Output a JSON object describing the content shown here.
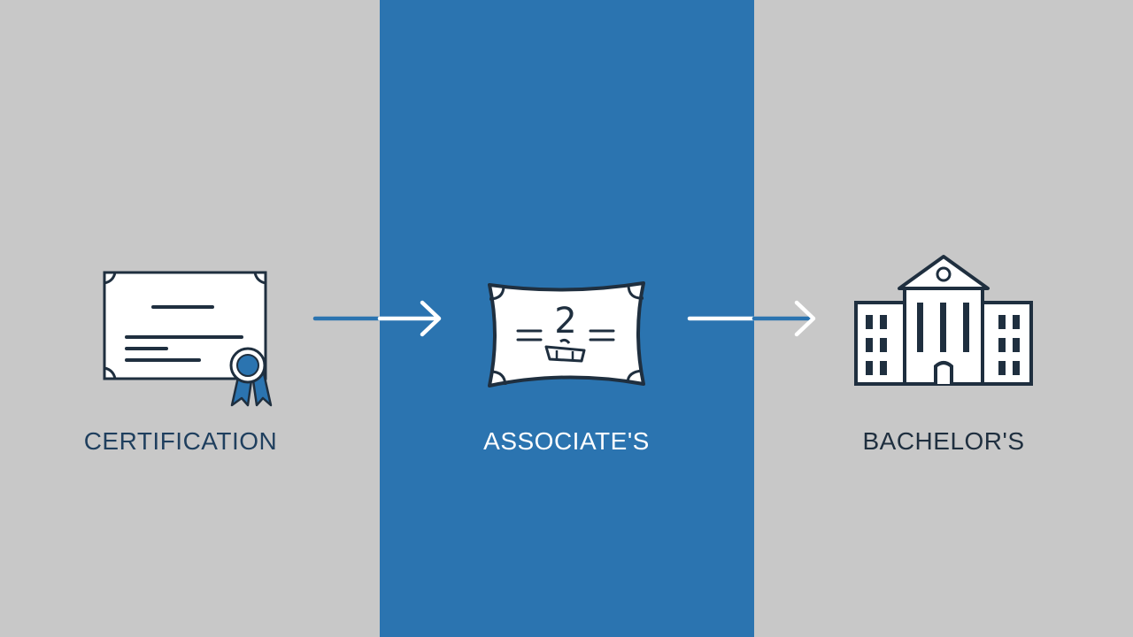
{
  "steps": [
    {
      "label": "CERTIFICATION",
      "icon": "certificate-ribbon-icon"
    },
    {
      "label": "ASSOCIATE'S",
      "icon": "diploma-scroll-icon"
    },
    {
      "label": "BACHELOR'S",
      "icon": "university-building-icon"
    }
  ],
  "diploma_glyph": "2",
  "colors": {
    "background_gray": "#c8c8c8",
    "highlight_blue": "#2b74b0",
    "icon_dark": "#1f2f3f",
    "accent_blue": "#2b74b0",
    "white": "#ffffff"
  }
}
